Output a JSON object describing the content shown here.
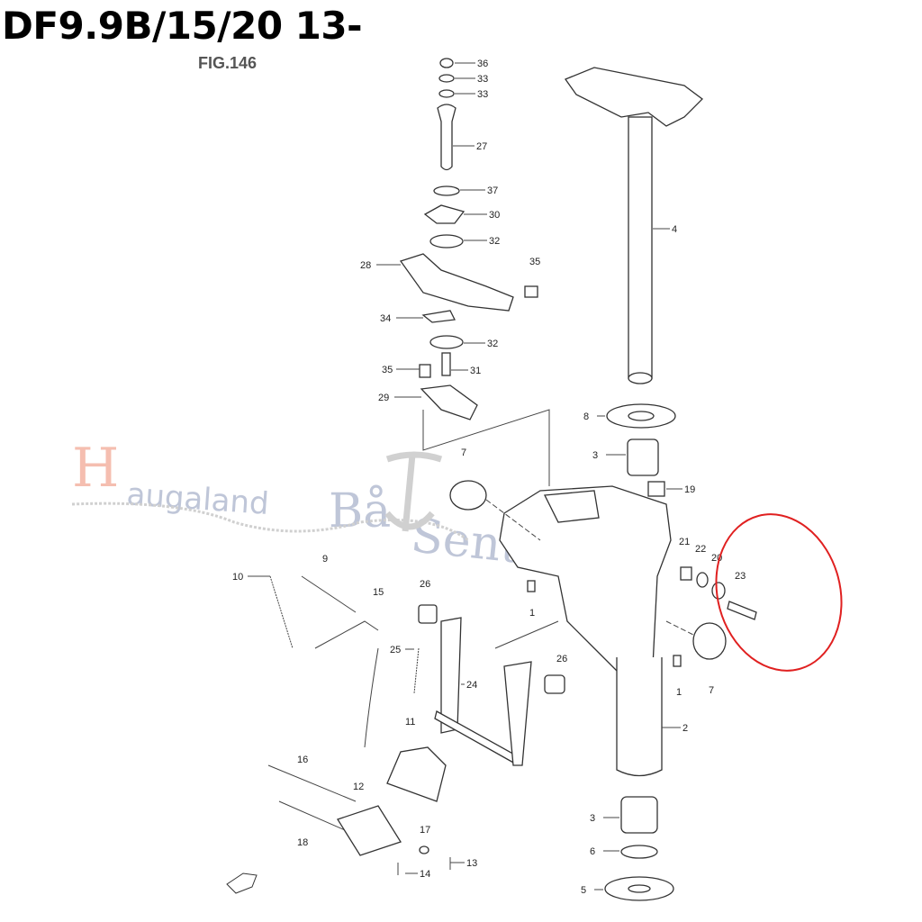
{
  "header": {
    "title": "DF9.9B/15/20 13-",
    "figure": "FIG.146"
  },
  "watermark": {
    "text_h": "H",
    "text_rest": "augaland",
    "text_baat": "Bå",
    "text_senter": "Senter"
  },
  "callouts": [
    "36",
    "33",
    "33",
    "27",
    "37",
    "30",
    "32",
    "28",
    "35",
    "34",
    "32",
    "35",
    "31",
    "29",
    "4",
    "8",
    "3",
    "19",
    "7",
    "21",
    "22",
    "20",
    "23",
    "1",
    "7",
    "1",
    "2",
    "10",
    "9",
    "15",
    "26",
    "25",
    "26",
    "24",
    "11",
    "16",
    "12",
    "18",
    "17",
    "14",
    "13",
    "3",
    "6",
    "5"
  ],
  "highlight": {
    "color": "#e02020",
    "target_part": "23"
  }
}
